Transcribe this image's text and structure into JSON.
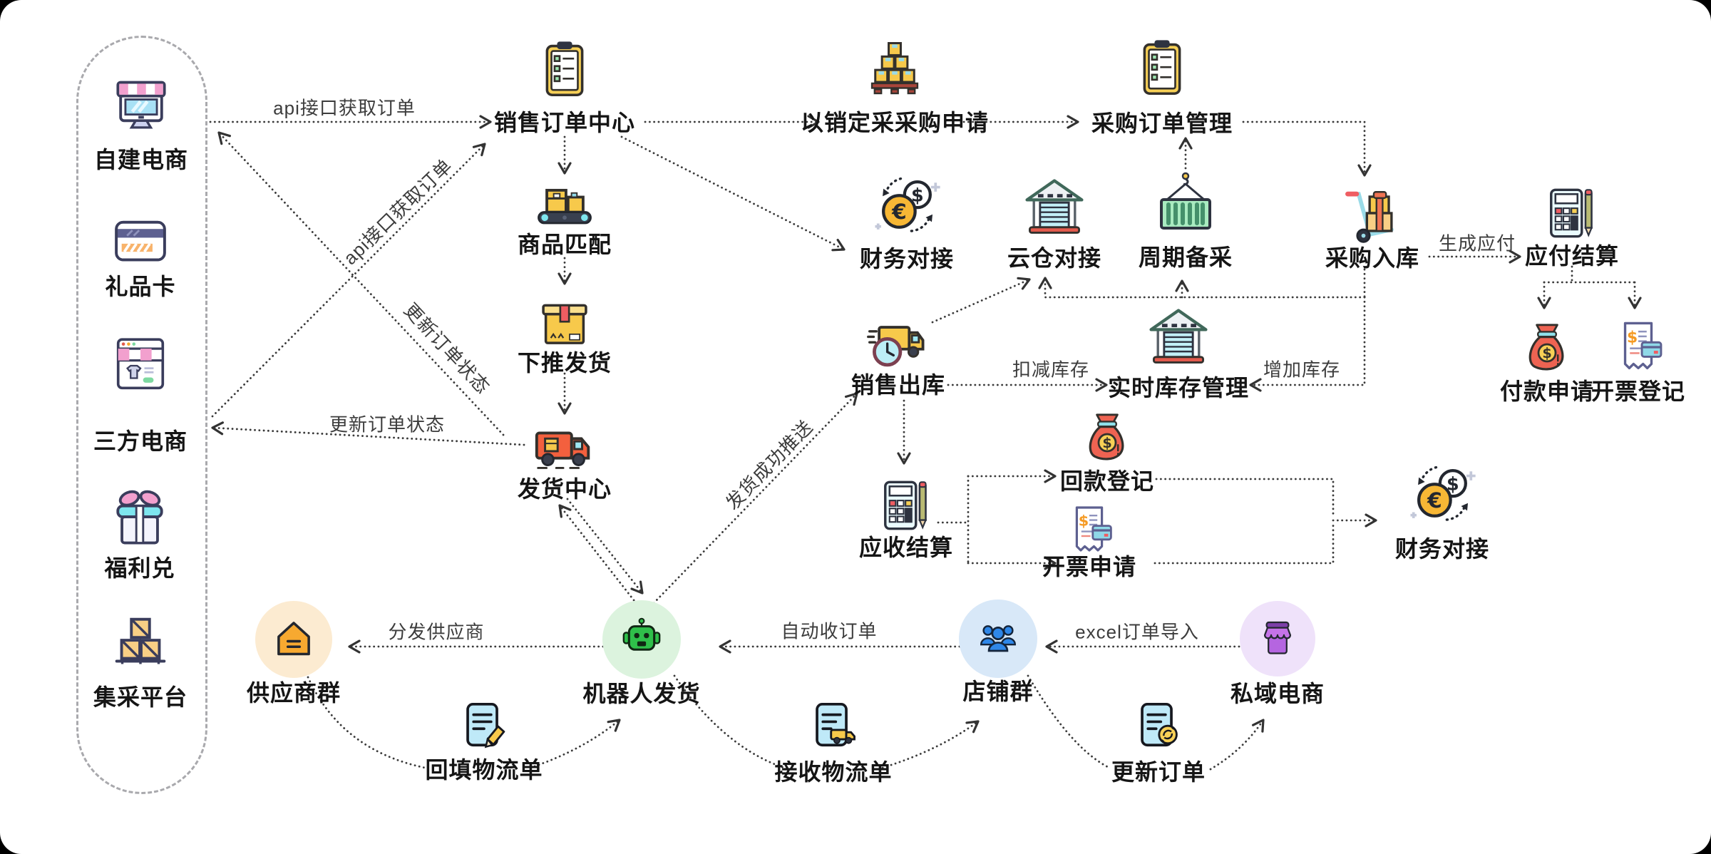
{
  "diagram_title": "",
  "colors": {
    "line": "#3a3a3a",
    "panel_border": "#a9a9ad",
    "supplier_circle_bg": "#FCEBD1",
    "robot_circle_bg": "#DCF3DE",
    "shop_circle_bg": "#D8E8F8",
    "private_circle_bg": "#EFE2FA",
    "accent_yellow": "#f7c94b",
    "accent_red": "#ee6352",
    "accent_green": "#2fbf4a",
    "accent_blue": "#2f87e8",
    "accent_purple": "#b565e0"
  },
  "nodes": [
    {
      "id": "self-ecommerce",
      "label": "自建电商",
      "icon": "monitor-store"
    },
    {
      "id": "gift-card",
      "label": "礼品卡",
      "icon": "gift-card"
    },
    {
      "id": "third-ecommerce",
      "label": "三方电商",
      "icon": "shop-window"
    },
    {
      "id": "welfare-exchange",
      "label": "福利兑",
      "icon": "gift-box"
    },
    {
      "id": "collective-platform",
      "label": "集采平台",
      "icon": "crates"
    },
    {
      "id": "sales-order-center",
      "label": "销售订单中心",
      "icon": "clipboard"
    },
    {
      "id": "product-match",
      "label": "商品匹配",
      "icon": "conveyor"
    },
    {
      "id": "push-ship",
      "label": "下推发货",
      "icon": "box"
    },
    {
      "id": "ship-center",
      "label": "发货中心",
      "icon": "truck-red"
    },
    {
      "id": "demand-purchase-request",
      "label": "以销定采采购申请",
      "icon": "pallet-boxes"
    },
    {
      "id": "purchase-order-mgmt",
      "label": "采购订单管理",
      "icon": "clipboard"
    },
    {
      "id": "finance-1",
      "label": "财务对接",
      "icon": "exchange"
    },
    {
      "id": "cloud-warehouse",
      "label": "云仓对接",
      "icon": "warehouse"
    },
    {
      "id": "periodic-purchase",
      "label": "周期备采",
      "icon": "container"
    },
    {
      "id": "purchase-inbound",
      "label": "采购入库",
      "icon": "handtruck"
    },
    {
      "id": "payable-settle",
      "label": "应付结算",
      "icon": "calc"
    },
    {
      "id": "payment-request",
      "label": "付款申请",
      "icon": "moneybag"
    },
    {
      "id": "invoice-register",
      "label": "开票登记",
      "icon": "invoice-card"
    },
    {
      "id": "sales-outbound",
      "label": "销售出库",
      "icon": "truck-clock"
    },
    {
      "id": "realtime-inventory",
      "label": "实时库存管理",
      "icon": "warehouse"
    },
    {
      "id": "receivable-settle",
      "label": "应收结算",
      "icon": "calc"
    },
    {
      "id": "payment-collect",
      "label": "回款登记",
      "icon": "moneybag"
    },
    {
      "id": "invoice-request",
      "label": "开票申请",
      "icon": "invoice-card"
    },
    {
      "id": "finance-2",
      "label": "财务对接",
      "icon": "exchange"
    },
    {
      "id": "supplier-group",
      "label": "供应商群",
      "icon": "house",
      "shape": "circle",
      "bg": "#FCEBD1"
    },
    {
      "id": "robot-ship",
      "label": "机器人发货",
      "icon": "robot",
      "shape": "circle",
      "bg": "#DCF3DE"
    },
    {
      "id": "shop-group",
      "label": "店铺群",
      "icon": "people",
      "shape": "circle",
      "bg": "#D8E8F8"
    },
    {
      "id": "private-ecommerce",
      "label": "私域电商",
      "icon": "store-purple",
      "shape": "circle",
      "bg": "#EFE2FA"
    },
    {
      "id": "backfill-logistics",
      "label": "回填物流单",
      "icon": "doc-pencil"
    },
    {
      "id": "receive-logistics",
      "label": "接收物流单",
      "icon": "doc-truck"
    },
    {
      "id": "update-order",
      "label": "更新订单",
      "icon": "doc-refresh"
    }
  ],
  "edge_labels": [
    {
      "id": "api-get-order-h",
      "text": "api接口获取订单"
    },
    {
      "id": "api-get-order-diag",
      "text": "api接口获取订单"
    },
    {
      "id": "update-status-diag",
      "text": "更新订单状态"
    },
    {
      "id": "update-status-h",
      "text": "更新订单状态"
    },
    {
      "id": "generate-payable",
      "text": "生成应付"
    },
    {
      "id": "deduct-inventory",
      "text": "扣减库存"
    },
    {
      "id": "increase-inventory",
      "text": "增加库存"
    },
    {
      "id": "ship-success-push",
      "text": "发货成功推送"
    },
    {
      "id": "distribute-supplier",
      "text": "分发供应商"
    },
    {
      "id": "auto-receive-order",
      "text": "自动收订单"
    },
    {
      "id": "excel-import",
      "text": "excel订单导入"
    }
  ]
}
